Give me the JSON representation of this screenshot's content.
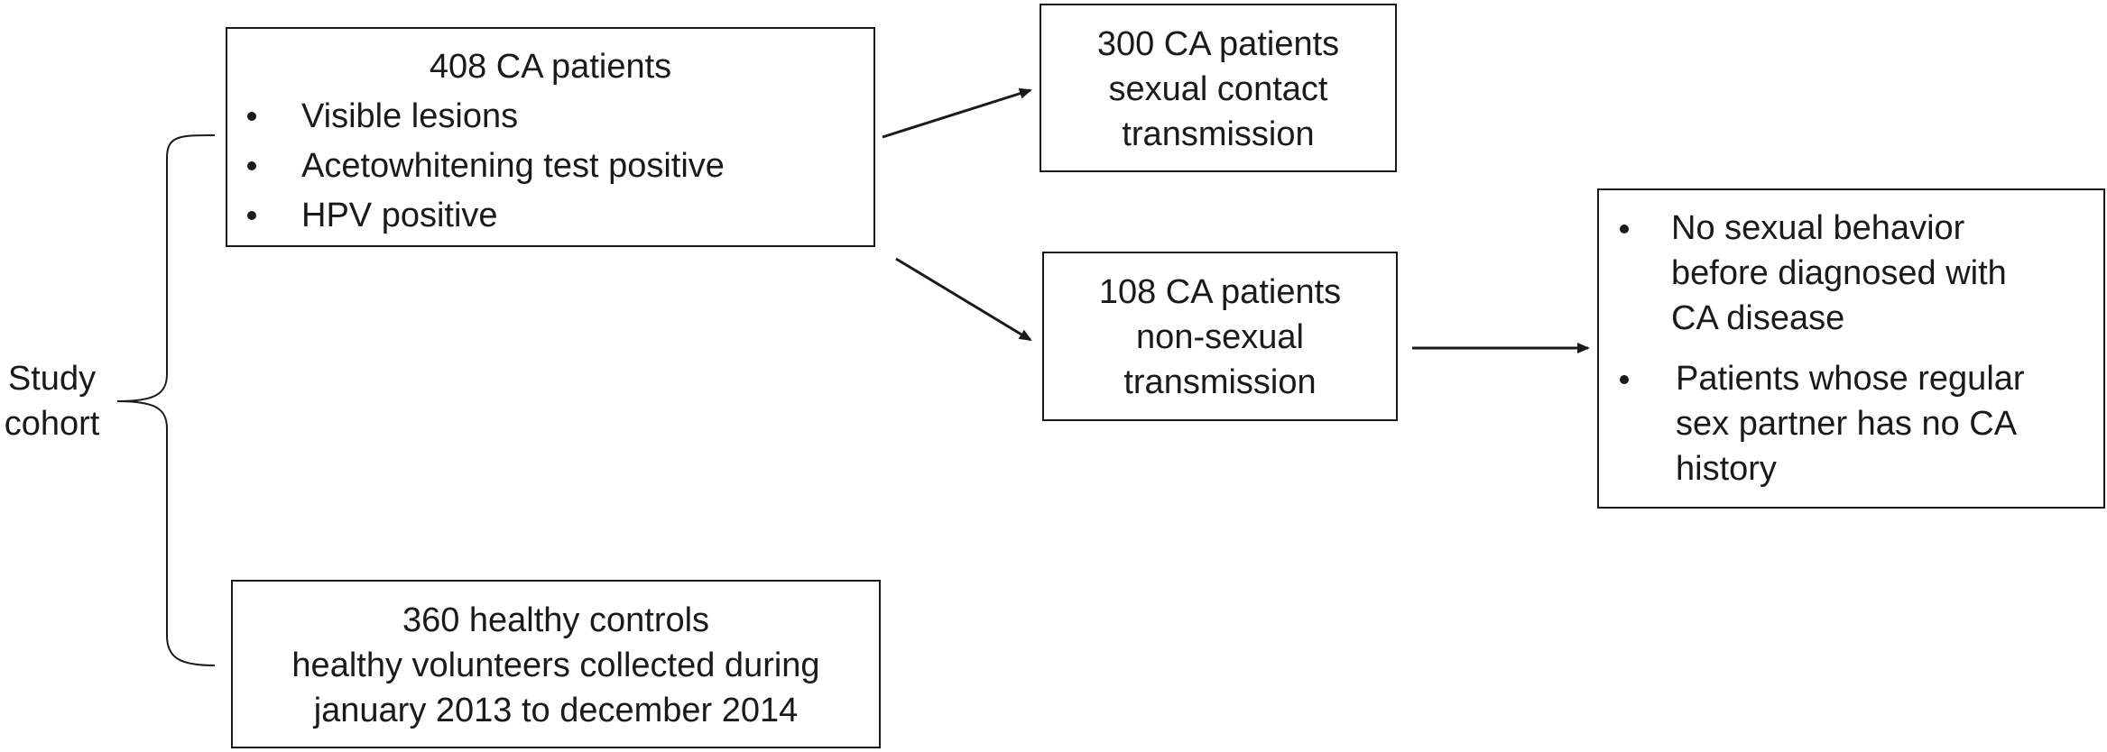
{
  "cohort_label": {
    "line1": "Study",
    "line2": "cohort"
  },
  "patients_box": {
    "title": "408 CA patients",
    "criteria": [
      "Visible lesions",
      "Acetowhitening test positive",
      "HPV positive"
    ]
  },
  "sexual_box": {
    "line1": "300 CA patients",
    "line2": "sexual contact",
    "line3": "transmission"
  },
  "nonsexual_box": {
    "line1": "108 CA patients",
    "line2": "non-sexual",
    "line3": "transmission"
  },
  "nonsexual_criteria": {
    "item1": [
      "No sexual behavior",
      "before diagnosed with",
      "CA disease"
    ],
    "item2": [
      "Patients whose regular",
      "sex partner has no CA",
      "history"
    ]
  },
  "controls_box": {
    "line1": "360 healthy controls",
    "line2": "healthy volunteers collected during",
    "line3": "january 2013 to december 2014"
  }
}
